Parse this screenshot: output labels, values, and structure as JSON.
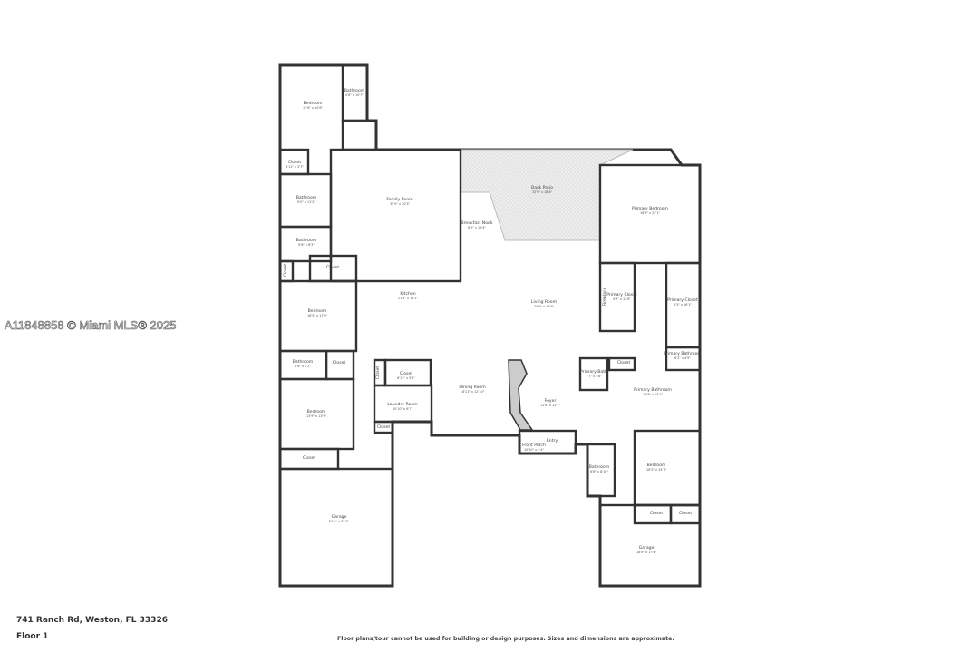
{
  "watermark": "A11848858 © Miami MLS® 2025",
  "address": "741 Ranch Rd, Weston, FL 33326",
  "floor": "Floor 1",
  "disclaimer": "Floor plans/tour cannot be used for building or design purposes. Sizes and dimensions are approximate.",
  "colors": {
    "wall": "#333333",
    "floor": "#f5f5f5",
    "patio": "#ececec"
  },
  "rooms": [
    {
      "name": "Bedroom",
      "dims": "11'6\" x 10'6\""
    },
    {
      "name": "Bathroom",
      "dims": "4'8\" x 10'7\""
    },
    {
      "name": "Closet",
      "dims": "4'11\" x 3'7\""
    },
    {
      "name": "Bathroom",
      "dims": "9'0\" x 11'2\""
    },
    {
      "name": "Bathroom",
      "dims": "9'6\" x 6'3\""
    },
    {
      "name": "Closet",
      "dims": ""
    },
    {
      "name": "Closet",
      "dims": ""
    },
    {
      "name": "Bedroom",
      "dims": "16'5\" x 17'0\""
    },
    {
      "name": "Bathroom",
      "dims": "8'6\" x 5'2\""
    },
    {
      "name": "Closet",
      "dims": ""
    },
    {
      "name": "Bedroom",
      "dims": "13'9\" x 13'9\""
    },
    {
      "name": "Closet",
      "dims": ""
    },
    {
      "name": "Garage",
      "dims": "21'6\" x 31'6\""
    },
    {
      "name": "Family Room",
      "dims": "35'0\" x 20'3\""
    },
    {
      "name": "Breakfast Nook",
      "dims": "8'0\" x 15'4\""
    },
    {
      "name": "Back Patio",
      "dims": "33'9\" x 18'8\""
    },
    {
      "name": "Primary Bedroom",
      "dims": "16'9\" x 22'1\""
    },
    {
      "name": "Kitchen",
      "dims": "21'3\" x 15'1\""
    },
    {
      "name": "Living Room",
      "dims": "24'9\" x 22'9\""
    },
    {
      "name": "Fireplace",
      "dims": ""
    },
    {
      "name": "Primary Closet",
      "dims": "4'9\" x 12'8\""
    },
    {
      "name": "Primary Closet",
      "dims": "6'3\" x 16'1\""
    },
    {
      "name": "Primary Bathroom",
      "dims": "6'2\" x 4'9\""
    },
    {
      "name": "Closet",
      "dims": ""
    },
    {
      "name": "Closet",
      "dims": "6'11\" x 5'2\""
    },
    {
      "name": "Laundry Room",
      "dims": "10'10\" x 6'7\""
    },
    {
      "name": "Closet",
      "dims": ""
    },
    {
      "name": "Dining Room",
      "dims": "16'11\" x 12'10\""
    },
    {
      "name": "Primary Bath",
      "dims": "7'7\" x 5'8\""
    },
    {
      "name": "Closet",
      "dims": ""
    },
    {
      "name": "Primary Bathroom",
      "dims": "22'8\" x 14'1\""
    },
    {
      "name": "Foyer",
      "dims": "11'8\" x 12'1\""
    },
    {
      "name": "Front Porch",
      "dims": "10'10\" x 4'4\""
    },
    {
      "name": "Entry",
      "dims": ""
    },
    {
      "name": "Bathroom",
      "dims": "6'8\" x 8'10\""
    },
    {
      "name": "Bedroom",
      "dims": "18'5\" x 15'7\""
    },
    {
      "name": "Closet",
      "dims": ""
    },
    {
      "name": "Closet",
      "dims": ""
    },
    {
      "name": "Garage",
      "dims": "18'8\" x 17'4\""
    }
  ]
}
